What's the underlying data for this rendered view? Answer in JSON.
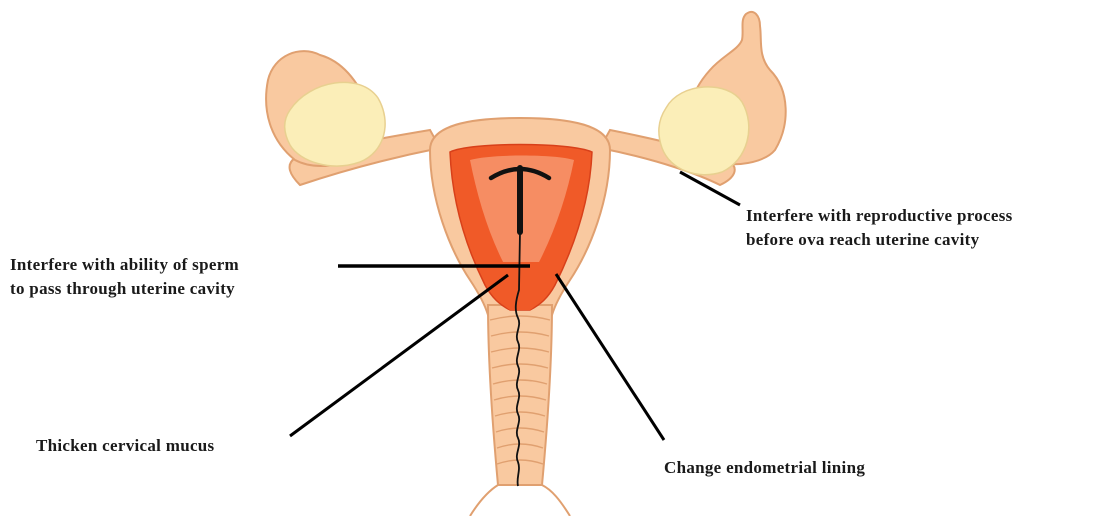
{
  "annotations": {
    "fallopian": {
      "line1": "Interfere with reproductive process",
      "line2": "before ova reach uterine cavity"
    },
    "sperm": {
      "line1": "Interfere with ability of sperm",
      "line2": "to pass through uterine cavity"
    },
    "mucus": "Thicken cervical mucus",
    "endometrial": "Change endometrial lining"
  },
  "colors": {
    "tissue_fill": "#f9c9a0",
    "tissue_outline": "#e0a070",
    "ovary_fill": "#fbeeb8",
    "cavity_fill": "#f05a28",
    "cavity_dark": "#d8401a",
    "device": "#111111",
    "leader_line": "#000000"
  }
}
